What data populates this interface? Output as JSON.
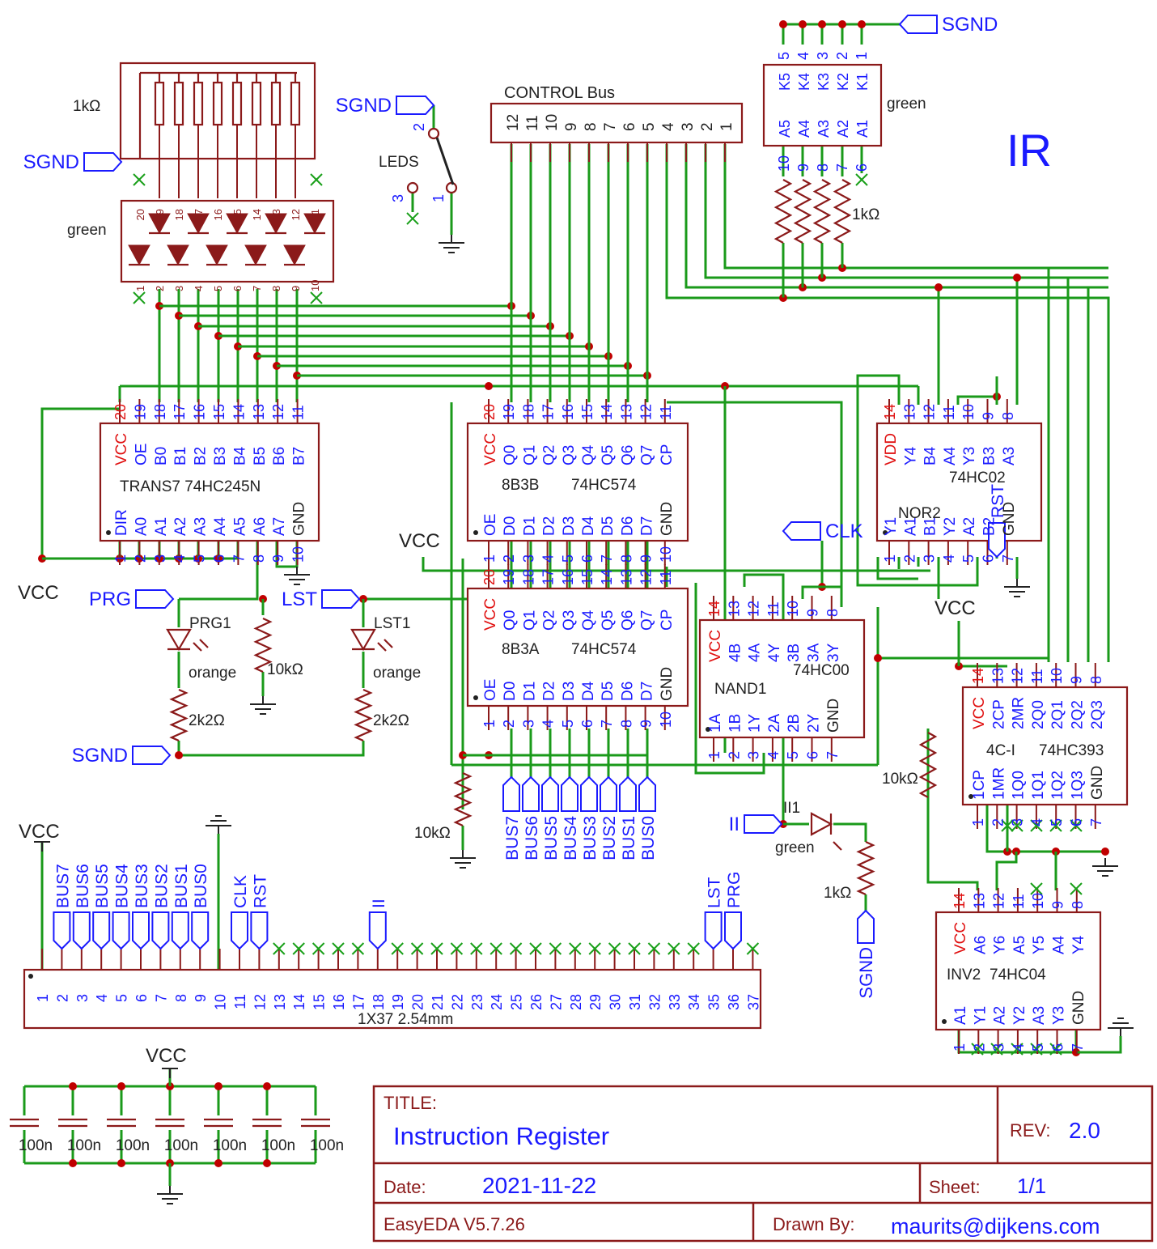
{
  "title_block": {
    "title_label": "TITLE:",
    "title": "Instruction Register",
    "rev_label": "REV:",
    "rev": "2.0",
    "date_label": "Date:",
    "date": "2021-11-22",
    "sheet_label": "Sheet:",
    "sheet": "1/1",
    "tool": "EasyEDA V5.7.26",
    "drawn_label": "Drawn By:",
    "drawn_by": "maurits@dijkens.com"
  },
  "big_label": "IR",
  "nets": {
    "sgnd": "SGND",
    "vcc": "VCC",
    "prg": "PRG",
    "lst": "LST",
    "clk": "CLK",
    "rst": "RST",
    "ii": "II"
  },
  "labels": {
    "control_bus": "CONTROL Bus",
    "leds": "LEDS",
    "res_1k": "1kΩ",
    "res_10k": "10kΩ",
    "res_2k2": "2k2Ω",
    "green": "green",
    "orange": "orange",
    "prg1": "PRG1",
    "lst1": "LST1",
    "ii1": "II1",
    "cap": "100n",
    "header": "1X37 2.54mm"
  },
  "chips": {
    "trans7": {
      "name": "TRANS7",
      "part": "74HC245N",
      "top_pins": [
        "20",
        "19",
        "18",
        "17",
        "16",
        "15",
        "14",
        "13",
        "12",
        "11"
      ],
      "top_labels": [
        "VCC",
        "OE",
        "B0",
        "B1",
        "B2",
        "B3",
        "B4",
        "B5",
        "B6",
        "B7"
      ],
      "bot_pins": [
        "1",
        "2",
        "3",
        "4",
        "5",
        "6",
        "7",
        "8",
        "9",
        "10"
      ],
      "bot_labels": [
        "DIR",
        "A0",
        "A1",
        "A2",
        "A3",
        "A4",
        "A5",
        "A6",
        "A7",
        "GND"
      ]
    },
    "b": {
      "name": "8B3B",
      "part": "74HC574",
      "top_pins": [
        "20",
        "19",
        "18",
        "17",
        "16",
        "15",
        "14",
        "13",
        "12",
        "11"
      ],
      "top_labels": [
        "VCC",
        "Q0",
        "Q1",
        "Q2",
        "Q3",
        "Q4",
        "Q5",
        "Q6",
        "Q7",
        "CP"
      ],
      "bot_pins": [
        "1",
        "2",
        "3",
        "4",
        "5",
        "6",
        "7",
        "8",
        "9",
        "10"
      ],
      "bot_labels": [
        "OE",
        "D0",
        "D1",
        "D2",
        "D3",
        "D4",
        "D5",
        "D6",
        "D7",
        "GND"
      ]
    },
    "a": {
      "name": "8B3A",
      "part": "74HC574",
      "top_pins": [
        "20",
        "19",
        "18",
        "17",
        "16",
        "15",
        "14",
        "13",
        "12",
        "11"
      ],
      "top_labels": [
        "VCC",
        "Q0",
        "Q1",
        "Q2",
        "Q3",
        "Q4",
        "Q5",
        "Q6",
        "Q7",
        "CP"
      ],
      "bot_pins": [
        "1",
        "2",
        "3",
        "4",
        "5",
        "6",
        "7",
        "8",
        "9",
        "10"
      ],
      "bot_labels": [
        "OE",
        "D0",
        "D1",
        "D2",
        "D3",
        "D4",
        "D5",
        "D6",
        "D7",
        "GND"
      ]
    },
    "nor2": {
      "name": "NOR2",
      "part": "74HC02",
      "top_pins": [
        "14",
        "13",
        "12",
        "11",
        "10",
        "9",
        "8"
      ],
      "top_labels": [
        "VDD",
        "Y4",
        "B4",
        "A4",
        "Y3",
        "B3",
        "A3"
      ],
      "bot_pins": [
        "1",
        "2",
        "3",
        "4",
        "5",
        "6",
        "7"
      ],
      "bot_labels": [
        "Y1",
        "A1",
        "B1",
        "Y2",
        "A2",
        "B2",
        "GND"
      ]
    },
    "nand1": {
      "name": "NAND1",
      "part": "74HC00",
      "top_pins": [
        "14",
        "13",
        "12",
        "11",
        "10",
        "9",
        "8"
      ],
      "top_labels": [
        "VCC",
        "4B",
        "4A",
        "4Y",
        "3B",
        "3A",
        "3Y"
      ],
      "bot_pins": [
        "1",
        "2",
        "3",
        "4",
        "5",
        "6",
        "7"
      ],
      "bot_labels": [
        "1A",
        "1B",
        "1Y",
        "2A",
        "2B",
        "2Y",
        "GND"
      ]
    },
    "c4": {
      "name": "4C-I",
      "part": "74HC393",
      "top_pins": [
        "14",
        "13",
        "12",
        "11",
        "10",
        "9",
        "8"
      ],
      "top_labels": [
        "VCC",
        "2CP",
        "2MR",
        "2Q0",
        "2Q1",
        "2Q2",
        "2Q3"
      ],
      "bot_pins": [
        "1",
        "2",
        "3",
        "4",
        "5",
        "6",
        "7"
      ],
      "bot_labels": [
        "1CP",
        "1MR",
        "1Q0",
        "1Q1",
        "1Q2",
        "1Q3",
        "GND"
      ]
    },
    "inv2": {
      "name": "INV2",
      "part": "74HC04",
      "top_pins": [
        "14",
        "13",
        "12",
        "11",
        "10",
        "9",
        "8"
      ],
      "top_labels": [
        "VCC",
        "A6",
        "Y6",
        "A5",
        "Y5",
        "A4",
        "Y4"
      ],
      "bot_pins": [
        "1",
        "2",
        "3",
        "4",
        "5",
        "6",
        "7"
      ],
      "bot_labels": [
        "A1",
        "Y1",
        "A2",
        "Y2",
        "A3",
        "Y3",
        "GND"
      ]
    }
  },
  "control_bus_pins": [
    "12",
    "11",
    "10",
    "9",
    "8",
    "7",
    "6",
    "5",
    "4",
    "3",
    "2",
    "1"
  ],
  "switch_pins": [
    "2",
    "3",
    "1"
  ],
  "led_array_top_pins": [
    "20",
    "19",
    "18",
    "17",
    "16",
    "15",
    "14",
    "13",
    "12",
    "11"
  ],
  "led_array_bot_pins": [
    "1",
    "2",
    "3",
    "4",
    "5",
    "6",
    "7",
    "8",
    "9",
    "10"
  ],
  "ir_led": {
    "top_pins": [
      "5",
      "4",
      "3",
      "2",
      "1"
    ],
    "top_labels": [
      "K5",
      "K4",
      "K3",
      "K2",
      "K1"
    ],
    "bot_labels": [
      "A5",
      "A4",
      "A3",
      "A2",
      "A1"
    ],
    "bot_pins": [
      "10",
      "9",
      "8",
      "7",
      "6"
    ]
  },
  "bus_flags": [
    "BUS7",
    "BUS6",
    "BUS5",
    "BUS4",
    "BUS3",
    "BUS2",
    "BUS1",
    "BUS0"
  ],
  "header_flags": [
    "BUS7",
    "BUS6",
    "BUS5",
    "BUS4",
    "BUS3",
    "BUS2",
    "BUS1",
    "BUS0",
    "CLK",
    "RST",
    "II",
    "LST",
    "PRG"
  ],
  "header_pins": [
    "1",
    "2",
    "3",
    "4",
    "5",
    "6",
    "7",
    "8",
    "9",
    "10",
    "11",
    "12",
    "13",
    "14",
    "15",
    "16",
    "17",
    "18",
    "19",
    "20",
    "21",
    "22",
    "23",
    "24",
    "25",
    "26",
    "27",
    "28",
    "29",
    "30",
    "31",
    "32",
    "33",
    "34",
    "35",
    "36",
    "37"
  ]
}
